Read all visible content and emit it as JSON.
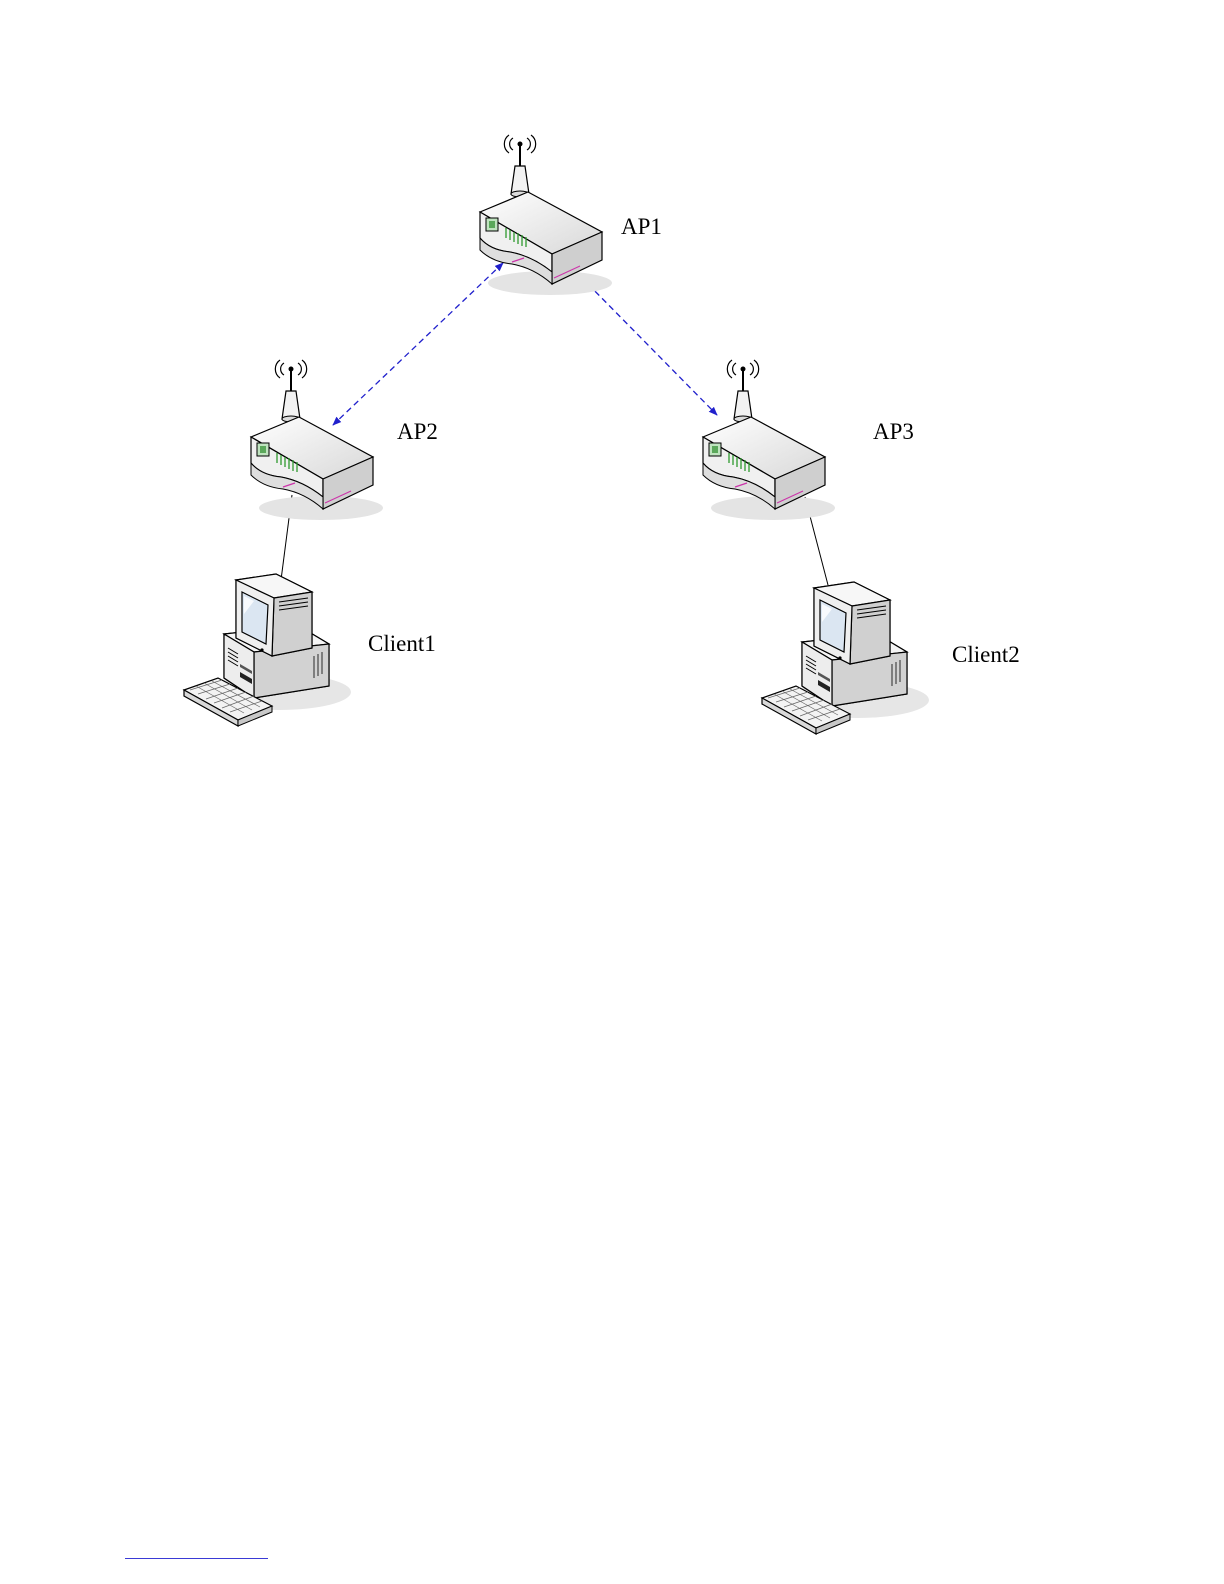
{
  "nodes": {
    "ap1": {
      "label": "AP1",
      "icon": "wireless-router-icon"
    },
    "ap2": {
      "label": "AP2",
      "icon": "wireless-router-icon"
    },
    "ap3": {
      "label": "AP3",
      "icon": "wireless-router-icon"
    },
    "client1": {
      "label": "Client1",
      "icon": "desktop-computer-icon"
    },
    "client2": {
      "label": "Client2",
      "icon": "desktop-computer-icon"
    }
  },
  "links": [
    {
      "from": "ap1",
      "to": "ap2",
      "style": "wireless-dashed-bidirectional"
    },
    {
      "from": "ap1",
      "to": "ap3",
      "style": "wireless-dashed-bidirectional"
    },
    {
      "from": "ap2",
      "to": "client1",
      "style": "wired-solid"
    },
    {
      "from": "ap3",
      "to": "client2",
      "style": "wired-solid"
    }
  ],
  "colors": {
    "wireless_link": "#2020cc",
    "wired_link": "#000000",
    "device_body": "#e8e8e8",
    "led_green": "#2e9a2e",
    "accent_pink": "#cc33aa",
    "screen_blue": "#dbe6f2",
    "shadow": "#e0e0e0"
  }
}
